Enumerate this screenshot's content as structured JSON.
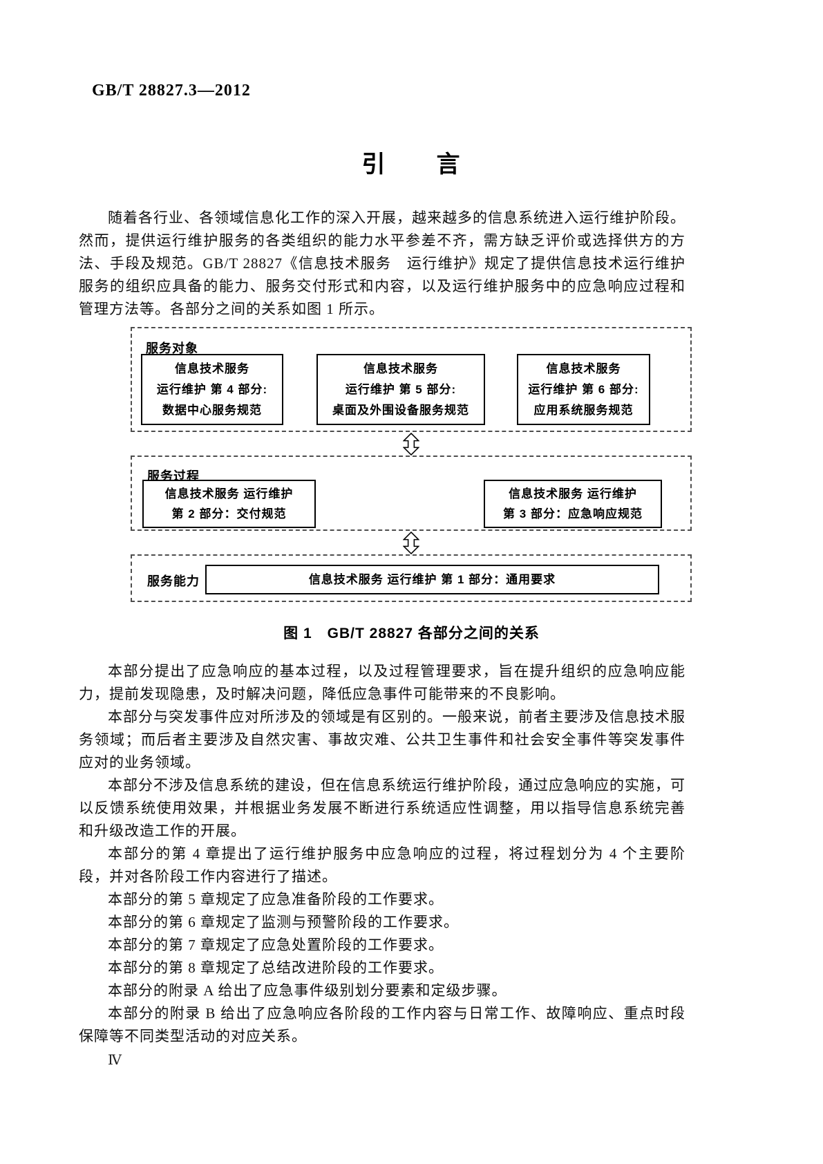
{
  "document": {
    "header": "GB/T 28827.3—2012",
    "title": "引　　言",
    "page_number": "Ⅳ"
  },
  "intro_paragraph": "随着各行业、各领域信息化工作的深入开展，越来越多的信息系统进入运行维护阶段。然而，提供运行维护服务的各类组织的能力水平参差不齐，需方缺乏评价或选择供方的方法、手段及规范。GB/T 28827《信息技术服务　运行维护》规定了提供信息技术运行维护服务的组织应具备的能力、服务交付形式和内容，以及运行维护服务中的应急响应过程和管理方法等。各部分之间的关系如图 1 所示。",
  "figure": {
    "caption": "图 1　GB/T 28827 各部分之间的关系",
    "sections": [
      {
        "label": "服务对象",
        "boxes": [
          {
            "lines": [
              "信息技术服务",
              "运行维护 第 4 部分:",
              "数据中心服务规范"
            ]
          },
          {
            "lines": [
              "信息技术服务",
              "运行维护 第 5 部分:",
              "桌面及外围设备服务规范"
            ]
          },
          {
            "lines": [
              "信息技术服务",
              "运行维护 第 6 部分:",
              "应用系统服务规范"
            ]
          }
        ]
      },
      {
        "label": "服务过程",
        "boxes": [
          {
            "lines": [
              "信息技术服务 运行维护",
              "第 2 部分：交付规范"
            ]
          },
          {
            "lines": [
              "信息技术服务 运行维护",
              "第 3 部分：应急响应规范"
            ]
          }
        ]
      },
      {
        "label": "服务能力",
        "boxes": [
          {
            "lines": [
              "信息技术服务 运行维护 第 1 部分：通用要求"
            ]
          }
        ]
      }
    ]
  },
  "body_paragraphs": [
    "本部分提出了应急响应的基本过程，以及过程管理要求，旨在提升组织的应急响应能力，提前发现隐患，及时解决问题，降低应急事件可能带来的不良影响。",
    "本部分与突发事件应对所涉及的领域是有区别的。一般来说，前者主要涉及信息技术服务领域；而后者主要涉及自然灾害、事故灾难、公共卫生事件和社会安全事件等突发事件应对的业务领域。",
    "本部分不涉及信息系统的建设，但在信息系统运行维护阶段，通过应急响应的实施，可以反馈系统使用效果，并根据业务发展不断进行系统适应性调整，用以指导信息系统完善和升级改造工作的开展。",
    "本部分的第 4 章提出了运行维护服务中应急响应的过程，将过程划分为 4 个主要阶段，并对各阶段工作内容进行了描述。",
    "本部分的第 5 章规定了应急准备阶段的工作要求。",
    "本部分的第 6 章规定了监测与预警阶段的工作要求。",
    "本部分的第 7 章规定了应急处置阶段的工作要求。",
    "本部分的第 8 章规定了总结改进阶段的工作要求。",
    "本部分的附录 A 给出了应急事件级别划分要素和定级步骤。",
    "本部分的附录 B 给出了应急响应各阶段的工作内容与日常工作、故障响应、重点时段保障等不同类型活动的对应关系。"
  ]
}
